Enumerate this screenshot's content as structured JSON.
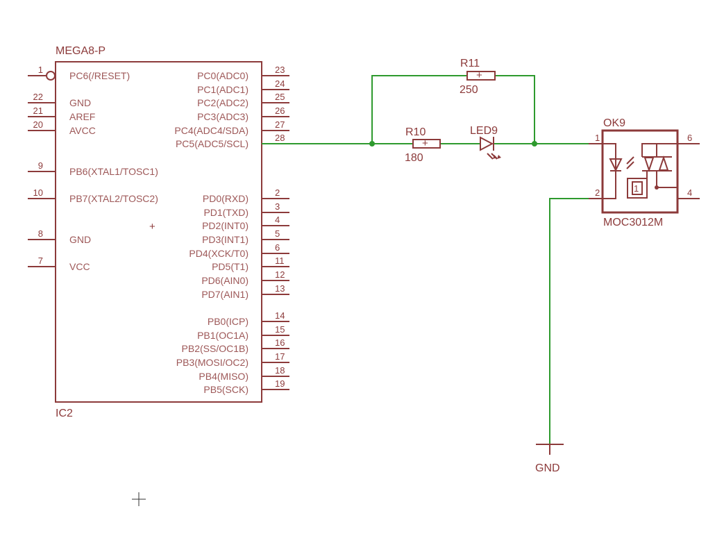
{
  "ic": {
    "name": "IC2",
    "value": "MEGA8-P",
    "left_pins": [
      {
        "num": "1",
        "label": "PC6(/RESET)"
      },
      {
        "num": "22",
        "label": "GND"
      },
      {
        "num": "21",
        "label": "AREF"
      },
      {
        "num": "20",
        "label": "AVCC"
      },
      {
        "num": "9",
        "label": "PB6(XTAL1/TOSC1)"
      },
      {
        "num": "10",
        "label": "PB7(XTAL2/TOSC2)"
      },
      {
        "num": "8",
        "label": "GND"
      },
      {
        "num": "7",
        "label": "VCC"
      }
    ],
    "right_pins": [
      {
        "num": "23",
        "label": "PC0(ADC0)"
      },
      {
        "num": "24",
        "label": "PC1(ADC1)"
      },
      {
        "num": "25",
        "label": "PC2(ADC2)"
      },
      {
        "num": "26",
        "label": "PC3(ADC3)"
      },
      {
        "num": "27",
        "label": "PC4(ADC4/SDA)"
      },
      {
        "num": "28",
        "label": "PC5(ADC5/SCL)"
      },
      {
        "num": "2",
        "label": "PD0(RXD)"
      },
      {
        "num": "3",
        "label": "PD1(TXD)"
      },
      {
        "num": "4",
        "label": "PD2(INT0)"
      },
      {
        "num": "5",
        "label": "PD3(INT1)"
      },
      {
        "num": "6",
        "label": "PD4(XCK/T0)"
      },
      {
        "num": "11",
        "label": "PD5(T1)"
      },
      {
        "num": "12",
        "label": "PD6(AIN0)"
      },
      {
        "num": "13",
        "label": "PD7(AIN1)"
      },
      {
        "num": "14",
        "label": "PB0(ICP)"
      },
      {
        "num": "15",
        "label": "PB1(OC1A)"
      },
      {
        "num": "16",
        "label": "PB2(SS/OC1B)"
      },
      {
        "num": "17",
        "label": "PB3(MOSI/OC2)"
      },
      {
        "num": "18",
        "label": "PB4(MISO)"
      },
      {
        "num": "19",
        "label": "PB5(SCK)"
      }
    ]
  },
  "r11": {
    "name": "R11",
    "value": "250"
  },
  "r10": {
    "name": "R10",
    "value": "180"
  },
  "led": {
    "name": "LED9"
  },
  "opto": {
    "name": "OK9",
    "value": "MOC3012M",
    "pins": {
      "p1": "1",
      "p2": "2",
      "p4": "4",
      "p6": "6"
    },
    "zc_mark": "1"
  },
  "gnd": {
    "label": "GND"
  },
  "colors": {
    "symbol": "#8c3a3a",
    "wire": "#2e9a2e",
    "background": "#ffffff"
  }
}
